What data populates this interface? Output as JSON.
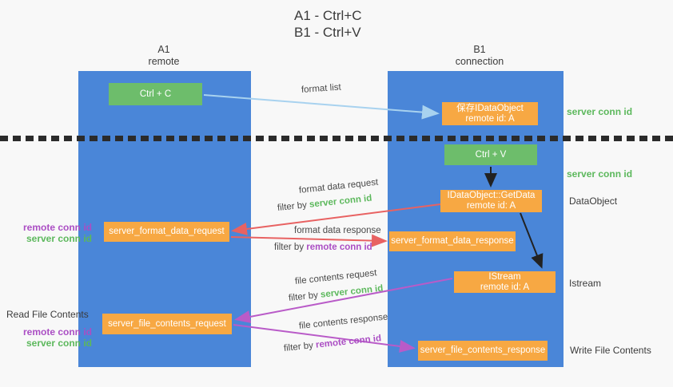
{
  "title": {
    "line1": "A1 - Ctrl+C",
    "line2": "B1 - Ctrl+V"
  },
  "columns": {
    "a1": {
      "name": "A1",
      "subtitle": "remote"
    },
    "b1": {
      "name": "B1",
      "subtitle": "connection"
    }
  },
  "nodes": {
    "ctrl_c": {
      "label": "Ctrl + C"
    },
    "ctrl_v": {
      "label": "Ctrl + V"
    },
    "save_idataobject": {
      "line1": "保存IDataObject",
      "line2": "remote id: A"
    },
    "getdata": {
      "line1": "IDataObject::GetData",
      "line2": "remote id: A"
    },
    "istream": {
      "line1": "IStream",
      "line2": "remote id: A"
    },
    "format_request": {
      "label": "server_format_data_request"
    },
    "format_response": {
      "label": "server_format_data_response"
    },
    "file_request": {
      "label": "server_file_contents_request"
    },
    "file_response": {
      "label": "server_file_contents_response"
    }
  },
  "arrow_labels": {
    "format_list": "format list",
    "format_data_request": "format data request",
    "format_data_response": "format data response",
    "file_contents_request": "file contents request",
    "file_contents_response": "file contents response",
    "filter_by": "filter by",
    "server_conn_id": "server conn id",
    "remote_conn_id": "remote conn id"
  },
  "side_labels": {
    "server_conn_id_top": "server conn id",
    "server_conn_id_mid": "server conn id",
    "dataobject": "DataObject",
    "istream": "Istream",
    "write_file_contents": "Write File Contents",
    "read_file_contents": "Read File Contents",
    "remote_conn_id": "remote conn id",
    "server_conn_id": "server conn id"
  },
  "colors": {
    "column_blue": "#4a86d8",
    "node_green": "#6dbd6b",
    "node_orange": "#f7a843",
    "arrow_red": "#e86262",
    "arrow_purple": "#b95bc8",
    "arrow_light_blue": "#a8d2ef",
    "arrow_black": "#222222",
    "text_green": "#5cb85c",
    "text_purple": "#ab4ec4",
    "background": "#f8f8f8"
  }
}
